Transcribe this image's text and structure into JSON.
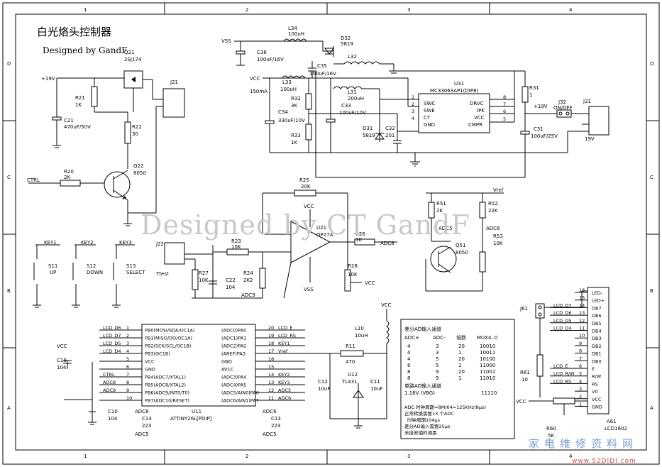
{
  "title": "白光烙头控制器",
  "designer": "Designed by GandF",
  "watermark": "Designed by CT GandF",
  "site_watermark": "家电维修资料网",
  "site_url": "www.52DIDI.com",
  "frame": {
    "cols": [
      "1",
      "2",
      "3",
      "4"
    ],
    "rows": [
      "D",
      "C",
      "B",
      "A"
    ]
  },
  "rails": {
    "vss": "VSS",
    "vcc_a": "VCC",
    "vcc_b": "VCC",
    "vcc_c": "VCC",
    "vcc_d": "VCC",
    "vcc_e": "VCC",
    "vcc_f": "VCC",
    "plus19": "+19V",
    "plus19b": "+19V",
    "current": "150mA",
    "vref": "Vref"
  },
  "parts": {
    "l34": [
      "L34",
      "100uH"
    ],
    "d32": [
      "D32",
      "5819"
    ],
    "l32": "L32",
    "c36": [
      "C36",
      "100uF/16V"
    ],
    "c35": [
      "C35",
      "100uF/16V"
    ],
    "l33": [
      "L33",
      "100uH"
    ],
    "r32": [
      "R32",
      "3K"
    ],
    "r33": [
      "R33",
      "1K"
    ],
    "c34": [
      "C34",
      "330uF/10V"
    ],
    "l31": [
      "L31",
      "200uH"
    ],
    "c33": [
      "C33",
      "100uF/10V"
    ],
    "d31": [
      "D31",
      "5819"
    ],
    "c32": [
      "C32",
      "201"
    ],
    "u31": [
      "U31",
      "MC33063AP1(DIP8)"
    ],
    "u31_pins_l": [
      "SWC",
      "SWE",
      "CT",
      "GND"
    ],
    "u31_pins_r": [
      "DRVC",
      "IPK",
      "VCC",
      "CMPR"
    ],
    "u31_nums": [
      "1",
      "2",
      "3",
      "4",
      "8",
      "7",
      "6",
      "5"
    ],
    "r31": [
      "R31",
      "1"
    ],
    "j32": [
      "J32",
      "ON/OFF"
    ],
    "j31": [
      "J31",
      "19V"
    ],
    "c31": [
      "C31",
      "100uF/25V"
    ],
    "q21": [
      "Q21",
      "2SJ174"
    ],
    "r21": [
      "R21",
      "1K"
    ],
    "c21": [
      "C21",
      "470uF/50V"
    ],
    "r22": [
      "R22",
      "30"
    ],
    "j21": "J21",
    "q22": [
      "Q22",
      "8050"
    ],
    "r20": [
      "R20",
      "2K"
    ],
    "ctrl": "CTRL",
    "r25": [
      "R25",
      "20K"
    ],
    "u21": [
      "U21",
      "OP27A"
    ],
    "r26": [
      "R26",
      "1K"
    ],
    "adc8": "ADC8",
    "r28": [
      "R28",
      "10K"
    ],
    "r23": [
      "R23",
      "10K"
    ],
    "r27": [
      "R27",
      "10K"
    ],
    "c22": [
      "C22",
      "104"
    ],
    "r24": [
      "R24",
      "2K2"
    ],
    "adc9": "ADC9",
    "j22": [
      "J22",
      "Ttest"
    ],
    "r51": [
      "R51",
      "2K"
    ],
    "r52": [
      "R52",
      "22K"
    ],
    "r53": [
      "R53",
      "10K"
    ],
    "adc5": "ADC5",
    "adc6": "ADC6",
    "q51": [
      "Q51",
      "8050"
    ],
    "keys": [
      {
        "net": "KEY1",
        "ref": "S11",
        "name": "UP"
      },
      {
        "net": "KEY2",
        "ref": "S12",
        "name": "DOWN"
      },
      {
        "net": "KEY3",
        "ref": "S13",
        "name": "SELECT"
      }
    ],
    "u11": [
      "U11",
      "ATTINY26L[PDIP]"
    ],
    "u11_left": [
      "PB0(MOSI/SDA/OC1A)",
      "PB1(MISO/DO/OC1A)",
      "PB2(SCK/SCL/OC1B)",
      "PB3(OC1B)",
      "VCC",
      "GND",
      "PB4(ADC7/XTAL1)",
      "PB5(ADC8/XTAL2)",
      "PB6(ADC9/INT0/T0)",
      "PB7(ADC10/RESET)"
    ],
    "u11_left_nums": [
      "1",
      "2",
      "3",
      "4",
      "5",
      "6",
      "7",
      "8",
      "9",
      "10"
    ],
    "u11_right": [
      "(ADC0)PA0",
      "(ADC1)PA1",
      "(ADC2)PA2",
      "(AREF)PA3",
      "GND",
      "AVCC",
      "(ADC3)PA4",
      "(ADC4)PA5",
      "(ADC5/AIN0)PA6",
      "(ADC6/AIN1)PA7"
    ],
    "u11_right_nums": [
      "20",
      "19",
      "18",
      "17",
      "16",
      "15",
      "14",
      "13",
      "12",
      "11"
    ],
    "u11_left_nets": [
      "LCD_D6",
      "LCD_D7",
      "LCD_D5",
      "LCD_D4",
      "",
      "",
      "CTRL",
      "ADC8",
      "ADC9",
      ""
    ],
    "u11_right_nets": [
      "LCD_E",
      "LCD_RS",
      "KEY1",
      "Vref",
      "",
      "",
      "KEY2",
      "KEY3",
      "ADC5",
      "ADC6"
    ],
    "c18": [
      "C18",
      "104"
    ],
    "c10": [
      "C10",
      "104"
    ],
    "c14": [
      "C14",
      "223"
    ],
    "c13": [
      "C13",
      "223"
    ],
    "adc8b": "ADC8",
    "adc6b": "ADC6",
    "adc5b": "ADC5",
    "adc5c": "ADC5",
    "l10": [
      "L10",
      "10uH"
    ],
    "r11": [
      "R11",
      "470"
    ],
    "u12": [
      "U12",
      "TL431"
    ],
    "c12": [
      "C12",
      "10uF"
    ],
    "c11": [
      "C11",
      "10uF"
    ],
    "r61": [
      "R61",
      "10"
    ],
    "r60": [
      "R60",
      "5K"
    ],
    "j61": "J61",
    "a61": [
      "A61",
      "LCD1602"
    ],
    "lcd_pins": [
      "LED-",
      "LED+",
      "DB7",
      "DB6",
      "DB5",
      "DB4",
      "DB3",
      "DB2",
      "DB1",
      "DB0",
      "E",
      "R/W",
      "RS",
      "V0",
      "VCC",
      "GND"
    ],
    "lcd_nums": [
      "16",
      "15",
      "14",
      "13",
      "12",
      "11",
      "10",
      "9",
      "8",
      "7",
      "6",
      "5",
      "4",
      "3",
      "2",
      "1"
    ],
    "lcd_nets": [
      "LCD_D7",
      "LCD_D6",
      "LCD_D5",
      "LCD_D4",
      "LCD_E",
      "LCD_R/W",
      "LCD_RS"
    ]
  },
  "notes": {
    "header": "差分AD输入通道",
    "cols": [
      "ADC+",
      "ADC-",
      "倍数",
      "MUX4..0"
    ],
    "rows": [
      [
        "4",
        "3",
        "20",
        "10010"
      ],
      [
        "4",
        "3",
        "1",
        "10011"
      ],
      [
        "4",
        "5",
        "20",
        "10100"
      ],
      [
        "6",
        "5",
        "1",
        "11000"
      ],
      [
        "8",
        "9",
        "20",
        "11001"
      ],
      [
        "8",
        "9",
        "1",
        "11010"
      ]
    ],
    "single_hdr": "单路AD输入通道",
    "single_row": [
      "1.18V (VBG)",
      "11110"
    ],
    "lines": [
      "ADC 时钟周期=8M/64=125KHz(8μs)",
      "正常转换需要13 个ADC",
      "时钟周期104μs",
      "差分AD输入需要25μs",
      "未接安捕的调用"
    ]
  }
}
